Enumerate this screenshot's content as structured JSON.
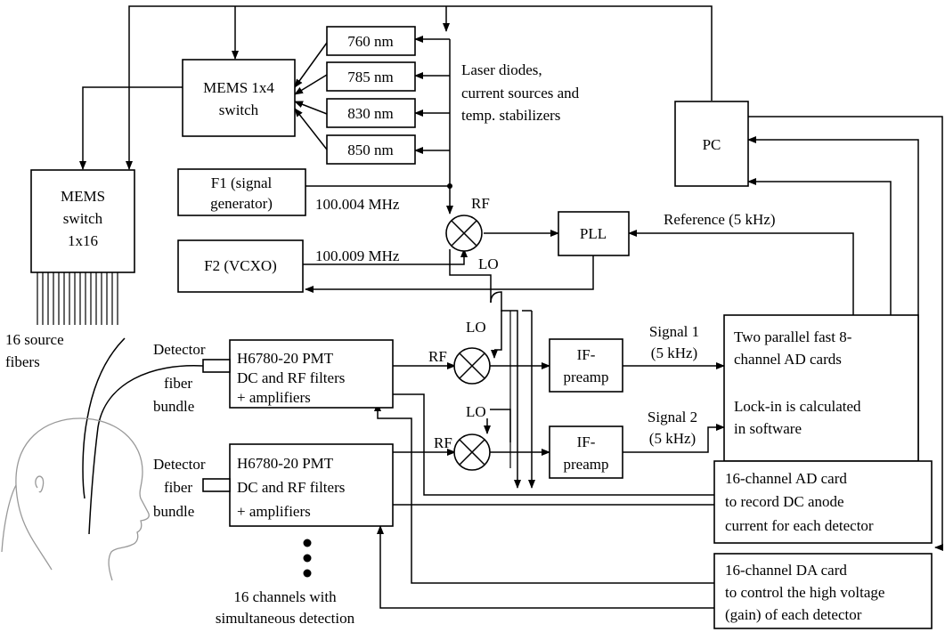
{
  "blocks": {
    "laser_760": "760 nm",
    "laser_785": "785 nm",
    "laser_830": "830 nm",
    "laser_850": "850 nm",
    "mems_1x4": [
      "MEMS 1x4",
      "switch"
    ],
    "mems_1x16": [
      "MEMS",
      "switch",
      "1x16"
    ],
    "laser_caption": [
      "Laser diodes,",
      "current sources and",
      "temp. stabilizers"
    ],
    "pc": "PC",
    "f1": [
      "F1 (signal",
      "generator)"
    ],
    "f2": "F2 (VCXO)",
    "pll": "PLL",
    "pmt1": [
      "H6780-20 PMT",
      "DC and RF filters",
      "+ amplifiers"
    ],
    "pmt2": [
      "H6780-20 PMT",
      "DC and RF filters",
      "+ amplifiers"
    ],
    "if_preamp": [
      "IF-",
      "preamp"
    ],
    "ad_cards": [
      "Two parallel fast 8-",
      "channel AD cards",
      "",
      "Lock-in is calculated",
      "in software"
    ],
    "ad16": [
      "16-channel AD card",
      "to record DC anode",
      "current for each detector"
    ],
    "da16": [
      "16-channel DA card",
      "to control the high voltage",
      "(gain) of each detector"
    ]
  },
  "labels": {
    "freq1": "100.004 MHz",
    "freq2": "100.009 MHz",
    "rf": "RF",
    "lo": "LO",
    "reference": "Reference (5 kHz)",
    "signal1": [
      "Signal 1",
      "(5 kHz)"
    ],
    "signal2": [
      "Signal 2",
      "(5 kHz)"
    ],
    "source_fibers": [
      "16 source",
      "fibers"
    ],
    "detector1": [
      "Detector",
      "fiber",
      "bundle"
    ],
    "detector2": [
      "Detector",
      "fiber",
      "bundle"
    ],
    "channels_note": [
      "16 channels with",
      "simultaneous detection"
    ]
  }
}
